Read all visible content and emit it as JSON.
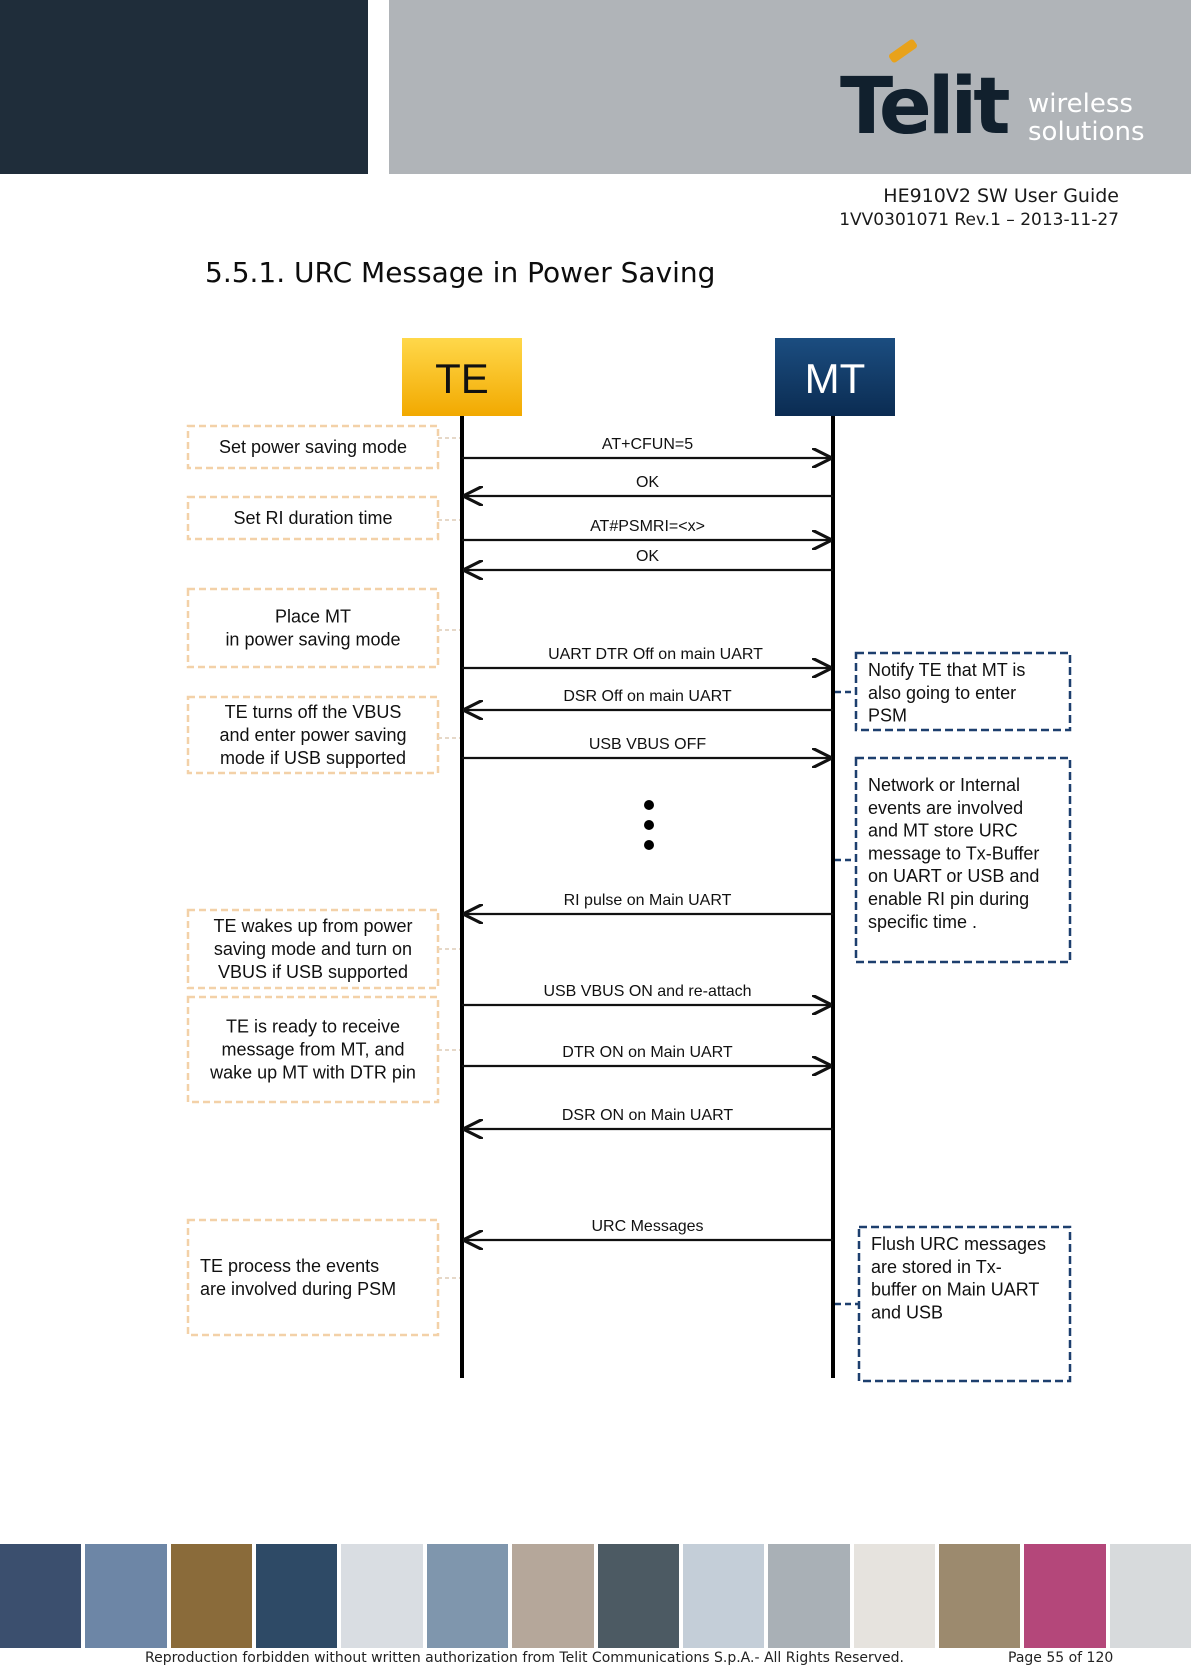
{
  "header": {
    "logo_text": "Telit",
    "logo_sub1": "wireless",
    "logo_sub2": "solutions",
    "doc_title": "HE910V2 SW User Guide",
    "doc_ref": "1VV0301071 Rev.1 – 2013-11-27"
  },
  "section": {
    "title": "5.5.1.  URC Message in Power Saving"
  },
  "diagram": {
    "te_label": "TE",
    "mt_label": "MT",
    "messages": [
      "AT+CFUN=5",
      "OK",
      "AT#PSMRI=<x>",
      "OK",
      "UART  DTR  Off on main UART",
      "DSR Off on main UART",
      "USB VBUS  OFF",
      "RI pulse on Main UART",
      "USB VBUS  ON and re-attach",
      "DTR ON on Main UART",
      "DSR ON on Main UART",
      "URC Messages"
    ],
    "te_notes": [
      [
        "Set power saving mode"
      ],
      [
        "Set RI duration time"
      ],
      [
        "Place MT",
        "in power saving mode"
      ],
      [
        "TE turns off the VBUS",
        "and enter power saving",
        "mode  if USB supported"
      ],
      [
        "TE wakes up from power",
        "saving mode and turn on",
        "VBUS if USB supported"
      ],
      [
        "TE is ready to receive",
        "message from MT, and",
        "wake up MT with  DTR pin"
      ],
      [
        "TE process the events",
        "are involved  during  PSM"
      ]
    ],
    "mt_notes": [
      [
        "Notify TE that MT is",
        "also going to enter",
        "PSM"
      ],
      [
        "Network or Internal",
        "events are involved",
        "and MT store URC",
        "message to Tx-Buffer",
        "on UART or USB and",
        "enable RI pin during",
        "specific  time ."
      ],
      [
        "Flush URC messages",
        "are stored in Tx-",
        "buffer on Main UART",
        "and USB"
      ]
    ],
    "colors": {
      "te_box": "#f5b400",
      "mt_box": "#123a66",
      "te_note_border": "#f3d1a8",
      "mt_note_border": "#1d3f6e"
    }
  },
  "footer": {
    "rights": "Reproduction forbidden without written authorization from Telit Communications S.p.A.- All Rights Reserved.",
    "page": "Page 55 of 120"
  }
}
